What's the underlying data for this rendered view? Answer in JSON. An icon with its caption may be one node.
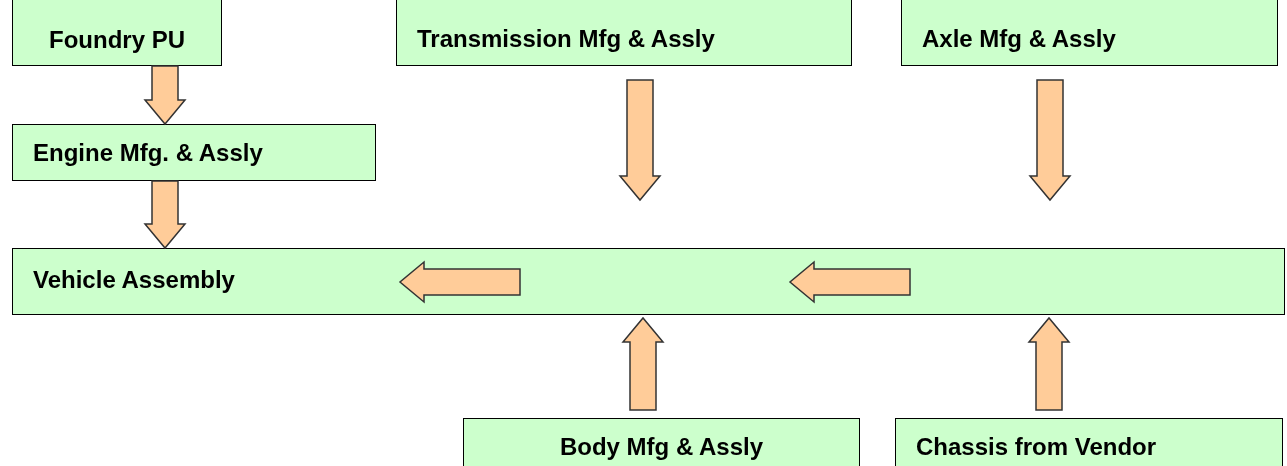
{
  "diagram": {
    "nodes": [
      {
        "text": [
          "Foundry PU"
        ]
      },
      {
        "text": [
          "Transmission Mfg & Assly"
        ]
      },
      {
        "text": [
          "Axle Mfg & Assly"
        ]
      },
      {
        "text": [
          "Engine Mfg. & Assly"
        ]
      },
      {
        "text": [
          "Vehicle Assembly"
        ]
      },
      {
        "text": [
          "Body Mfg & Assly"
        ]
      },
      {
        "text": [
          "Chassis from Vendor"
        ]
      }
    ],
    "edges": [
      {
        "from": 0,
        "to": 3,
        "arrow": "to"
      },
      {
        "from": 3,
        "to": 4,
        "arrow": "to"
      },
      {
        "from": 1,
        "to": 4,
        "arrow": "to"
      },
      {
        "from": 2,
        "to": 4,
        "arrow": "to"
      },
      {
        "from": 5,
        "to": 4,
        "arrow": "to"
      },
      {
        "from": 6,
        "to": 4,
        "arrow": "to"
      }
    ]
  }
}
